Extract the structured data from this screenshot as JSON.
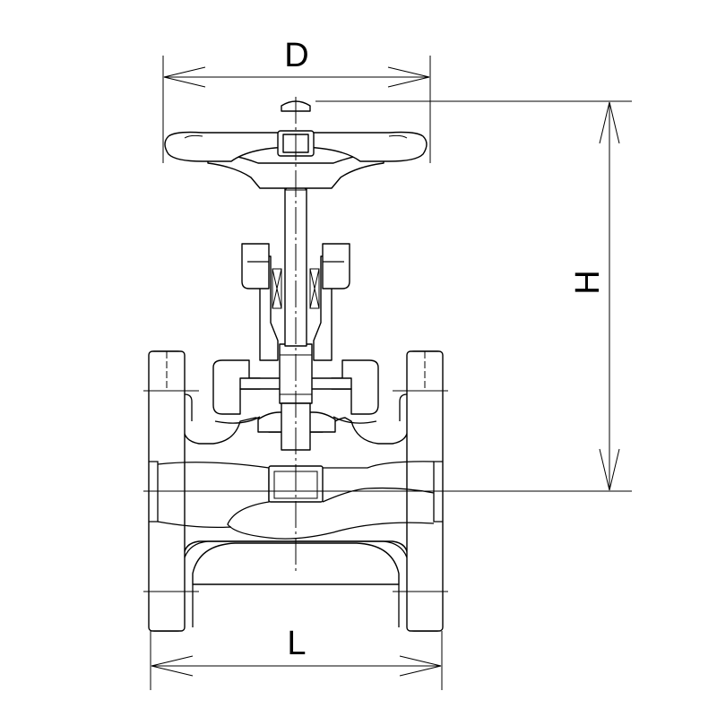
{
  "dimensions": {
    "top_label": "D",
    "side_label": "H",
    "bottom_label": "L"
  }
}
